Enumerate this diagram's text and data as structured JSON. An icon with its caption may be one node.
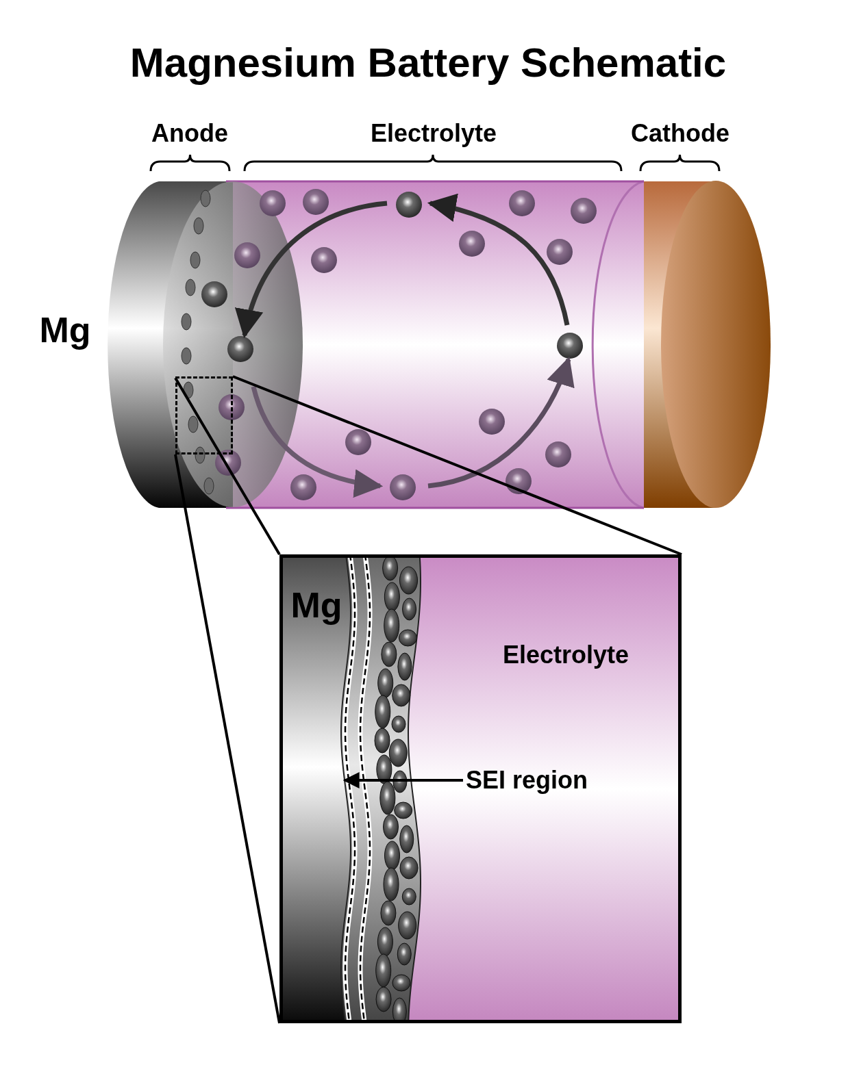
{
  "diagram": {
    "title": "Magnesium Battery Schematic",
    "nodes": [
      {
        "text": [],
        "shape": "box"
      },
      {
        "text": [],
        "shape": "box"
      },
      {
        "text": [
          "SEI region"
        ],
        "in": 1
      },
      {
        "text": [],
        "shape": "band",
        "in": 1
      }
    ],
    "edges": [
      {
        "from": 0,
        "to": 1,
        "arrow": "none"
      },
      {
        "from": 0,
        "to": 1,
        "arrow": "none"
      },
      {
        "from": 0,
        "to": 1,
        "arrow": "none"
      },
      {
        "from": 2,
        "to": 3,
        "arrow": "to"
      }
    ],
    "labels": [
      "Anode",
      "Electrolyte",
      "Cathode",
      "Mg",
      "Mg",
      "Electrolyte"
    ]
  }
}
